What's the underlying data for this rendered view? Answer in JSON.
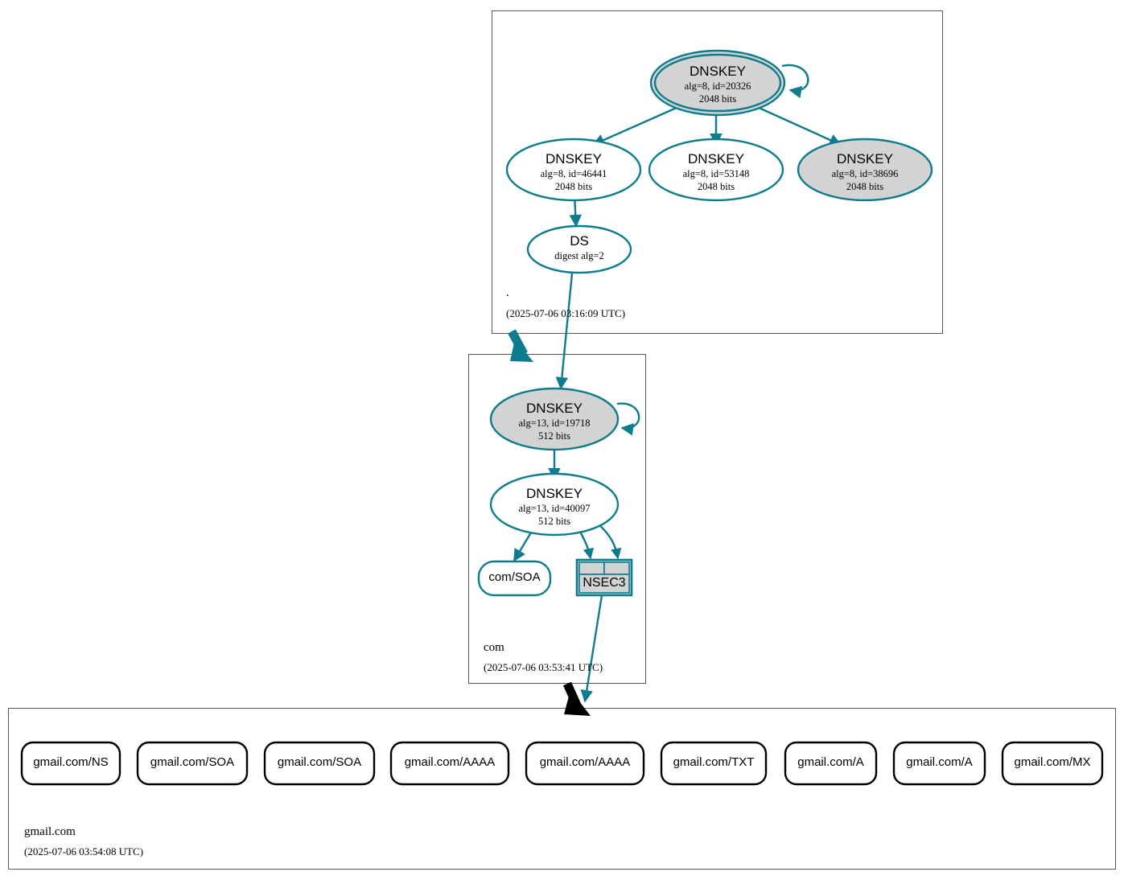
{
  "diagram": {
    "type": "dnssec-authentication-chain",
    "colors": {
      "secure": "#0d7c8c",
      "insecure": "#000000",
      "key_fill": "#d3d3d3",
      "node_fill_white": "#ffffff",
      "zone_border": "#58585a"
    }
  },
  "zones": [
    {
      "id": "root",
      "name": ".",
      "timestamp": "(2025-07-06 03:16:09 UTC)",
      "nodes": [
        {
          "id": "root-ksk",
          "kind": "DNSKEY",
          "title": "DNSKEY",
          "line2": "alg=8, id=20326",
          "line3": "2048 bits",
          "alg": "8",
          "key_id": "20326",
          "bits": "2048",
          "style": "ksk-double-ring-filled",
          "self_signed": true
        },
        {
          "id": "root-zsk-46441",
          "kind": "DNSKEY",
          "title": "DNSKEY",
          "line2": "alg=8, id=46441",
          "line3": "2048 bits",
          "alg": "8",
          "key_id": "46441",
          "bits": "2048",
          "style": "zsk-white",
          "self_signed": false
        },
        {
          "id": "root-zsk-53148",
          "kind": "DNSKEY",
          "title": "DNSKEY",
          "line2": "alg=8, id=53148",
          "line3": "2048 bits",
          "alg": "8",
          "key_id": "53148",
          "bits": "2048",
          "style": "zsk-white",
          "self_signed": false
        },
        {
          "id": "root-zsk-38696",
          "kind": "DNSKEY",
          "title": "DNSKEY",
          "line2": "alg=8, id=38696",
          "line3": "2048 bits",
          "alg": "8",
          "key_id": "38696",
          "bits": "2048",
          "style": "sep-filled",
          "self_signed": false
        },
        {
          "id": "root-ds",
          "kind": "DS",
          "title": "DS",
          "line2": "digest alg=2",
          "digest_alg": "2",
          "style": "ds-white"
        }
      ]
    },
    {
      "id": "com",
      "name": "com",
      "timestamp": "(2025-07-06 03:53:41 UTC)",
      "nodes": [
        {
          "id": "com-ksk",
          "kind": "DNSKEY",
          "title": "DNSKEY",
          "line2": "alg=13, id=19718",
          "line3": "512 bits",
          "alg": "13",
          "key_id": "19718",
          "bits": "512",
          "style": "ksk-filled",
          "self_signed": true
        },
        {
          "id": "com-zsk",
          "kind": "DNSKEY",
          "title": "DNSKEY",
          "line2": "alg=13, id=40097",
          "line3": "512 bits",
          "alg": "13",
          "key_id": "40097",
          "bits": "512",
          "style": "zsk-white",
          "self_signed": false
        },
        {
          "id": "com-soa",
          "kind": "RRset",
          "title": "com/SOA",
          "style": "rrset-secure"
        },
        {
          "id": "com-nsec3",
          "kind": "NSEC3",
          "title": "NSEC3",
          "style": "nsec3-table",
          "header_cells": 2
        }
      ]
    },
    {
      "id": "gmail",
      "name": "gmail.com",
      "timestamp": "(2025-07-06 03:54:08 UTC)",
      "nodes": [
        {
          "id": "g0",
          "kind": "RRset",
          "title": "gmail.com/NS",
          "style": "rrset-insecure"
        },
        {
          "id": "g1",
          "kind": "RRset",
          "title": "gmail.com/SOA",
          "style": "rrset-insecure"
        },
        {
          "id": "g2",
          "kind": "RRset",
          "title": "gmail.com/SOA",
          "style": "rrset-insecure"
        },
        {
          "id": "g3",
          "kind": "RRset",
          "title": "gmail.com/AAAA",
          "style": "rrset-insecure"
        },
        {
          "id": "g4",
          "kind": "RRset",
          "title": "gmail.com/AAAA",
          "style": "rrset-insecure"
        },
        {
          "id": "g5",
          "kind": "RRset",
          "title": "gmail.com/TXT",
          "style": "rrset-insecure"
        },
        {
          "id": "g6",
          "kind": "RRset",
          "title": "gmail.com/A",
          "style": "rrset-insecure"
        },
        {
          "id": "g7",
          "kind": "RRset",
          "title": "gmail.com/A",
          "style": "rrset-insecure"
        },
        {
          "id": "g8",
          "kind": "RRset",
          "title": "gmail.com/MX",
          "style": "rrset-insecure"
        }
      ]
    }
  ],
  "edges": [
    {
      "from": "root-ksk",
      "to": "root-ksk",
      "style": "secure-self-loop"
    },
    {
      "from": "root-ksk",
      "to": "root-zsk-46441",
      "style": "secure"
    },
    {
      "from": "root-ksk",
      "to": "root-zsk-53148",
      "style": "secure"
    },
    {
      "from": "root-ksk",
      "to": "root-zsk-38696",
      "style": "secure"
    },
    {
      "from": "root-zsk-46441",
      "to": "root-ds",
      "style": "secure"
    },
    {
      "from": "root-ds",
      "to": "com-ksk",
      "style": "secure"
    },
    {
      "from": "root",
      "to": "com",
      "style": "secure-delegation"
    },
    {
      "from": "com-ksk",
      "to": "com-ksk",
      "style": "secure-self-loop"
    },
    {
      "from": "com-ksk",
      "to": "com-zsk",
      "style": "secure"
    },
    {
      "from": "com-zsk",
      "to": "com-soa",
      "style": "secure"
    },
    {
      "from": "com-zsk",
      "to": "com-nsec3-cell-1",
      "style": "secure"
    },
    {
      "from": "com-zsk",
      "to": "com-nsec3-cell-2",
      "style": "secure"
    },
    {
      "from": "com-nsec3",
      "to": "gmail",
      "style": "secure"
    },
    {
      "from": "com",
      "to": "gmail",
      "style": "insecure-delegation"
    }
  ]
}
